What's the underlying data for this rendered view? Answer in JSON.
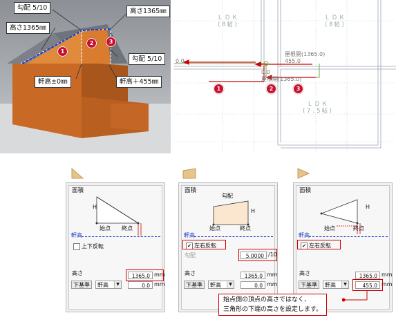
{
  "render_callouts": {
    "slope_top": "勾配 5/10",
    "height_left": "高さ1365㎜",
    "height_right": "高さ1365㎜",
    "slope_right": "勾配 5/10",
    "eave_zero": "軒高±0㎜",
    "eave_plus": "軒高＋455㎜"
  },
  "badges": [
    "1",
    "2",
    "3"
  ],
  "plan": {
    "room_top_left": {
      "name": "ＬＤＫ",
      "size": "(8帖)"
    },
    "room_top_right": {
      "name": "ＬＤＫ",
      "size": "(8帖)"
    },
    "room_bottom": {
      "name": "ＬＤＫ",
      "size": "(7.5帖)"
    },
    "label_zero_a": "0.0",
    "label_zero_b": "0.0",
    "roof_label_1": "屋根開(1365.0)",
    "roof_label_1_value": "455.0",
    "roof_label_2": "屋根開(1365.0)"
  },
  "panels": [
    {
      "section_title": "面積",
      "diagram_h": "H",
      "start_point": "始点",
      "end_point": "終点",
      "eave_label": "軒高",
      "checkbox_label": "上下反転",
      "checkbox_checked": false,
      "height_label": "高さ",
      "height_value": "1365.0",
      "height_unit": "mm",
      "base_button": "下基準",
      "base_combo": "軒高",
      "offset_value": "0.0",
      "offset_unit": "mm"
    },
    {
      "section_title": "面積",
      "diagram_slope": "勾配",
      "diagram_h": "H",
      "start_point": "始点",
      "end_point": "終点",
      "eave_label": "軒高",
      "checkbox_label": "左右反転",
      "checkbox_checked": true,
      "slope_label": "勾配",
      "slope_value": "5.0000",
      "slope_unit": "/10",
      "height_label": "高さ",
      "height_value": "1365.0",
      "height_unit": "mm",
      "base_button": "下基準",
      "base_combo": "軒高",
      "offset_value": "0.0",
      "offset_unit": "mm"
    },
    {
      "section_title": "面積",
      "diagram_h": "H",
      "start_point": "始点",
      "end_point": "終点",
      "eave_label": "軒高",
      "checkbox_label": "左右反転",
      "checkbox_checked": true,
      "height_label": "高さ",
      "height_value": "1365.0",
      "height_unit": "mm",
      "base_button": "下基準",
      "base_combo": "軒高",
      "offset_value": "455.0",
      "offset_unit": "mm"
    }
  ],
  "note": {
    "line1": "始点側の頂点の高さではなく、",
    "line2": "三角形の下端の高さを設定します。"
  },
  "colors": {
    "accent_red": "#c8102e",
    "wall_orange": "#d2702a",
    "roof_gray": "#8a8f98"
  }
}
